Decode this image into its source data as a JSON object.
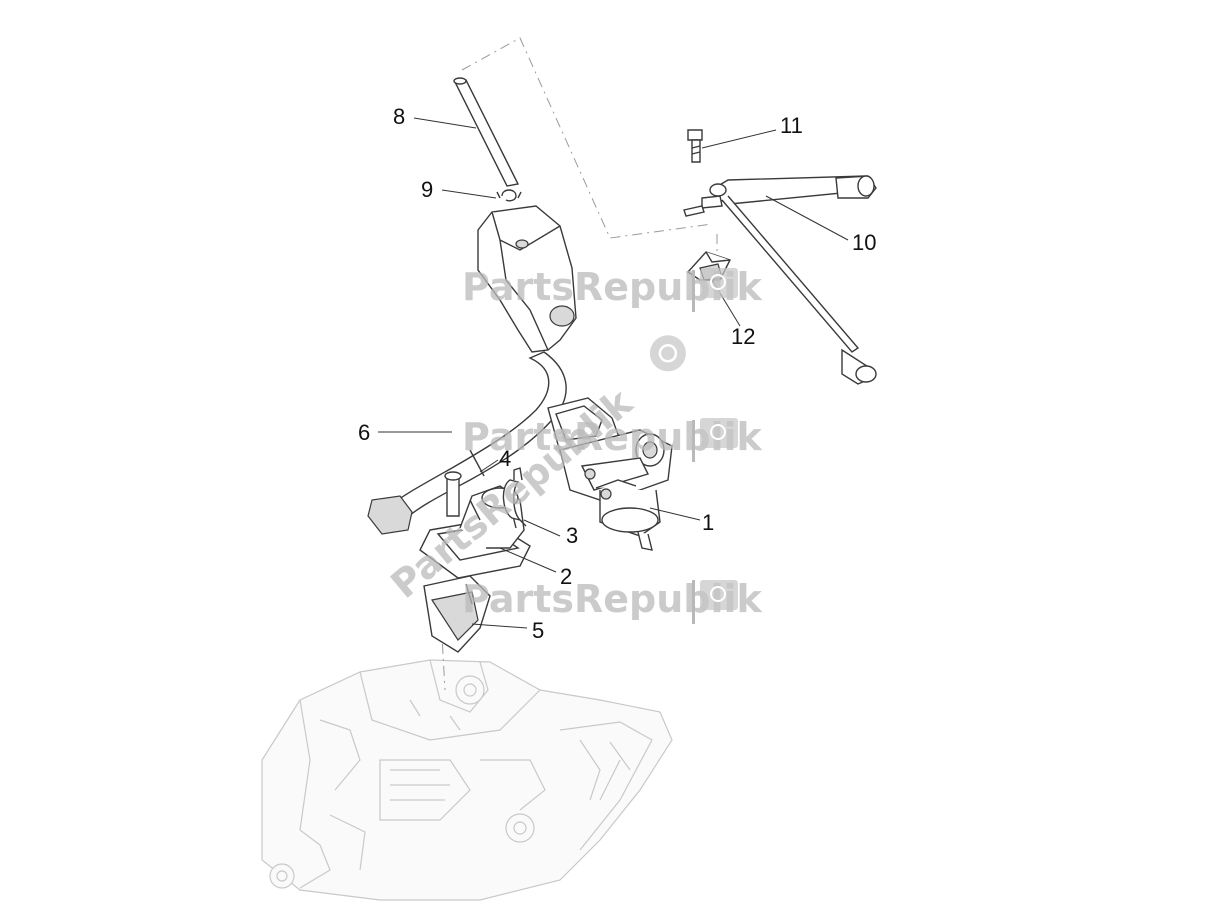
{
  "diagram": {
    "callouts": [
      {
        "id": "1",
        "label": "1"
      },
      {
        "id": "2",
        "label": "2"
      },
      {
        "id": "3",
        "label": "3"
      },
      {
        "id": "4",
        "label": "4"
      },
      {
        "id": "5",
        "label": "5"
      },
      {
        "id": "6",
        "label": "6"
      },
      {
        "id": "8",
        "label": "8"
      },
      {
        "id": "9",
        "label": "9"
      },
      {
        "id": "10",
        "label": "10"
      },
      {
        "id": "11",
        "label": "11"
      },
      {
        "id": "12",
        "label": "12"
      }
    ],
    "watermark": {
      "text": "PartsRepublik",
      "color": "#b9b9b9"
    },
    "colors": {
      "line": "#333333",
      "part_shade": "#d9d9d9",
      "engine_ghost": "#c9c9c9"
    }
  }
}
